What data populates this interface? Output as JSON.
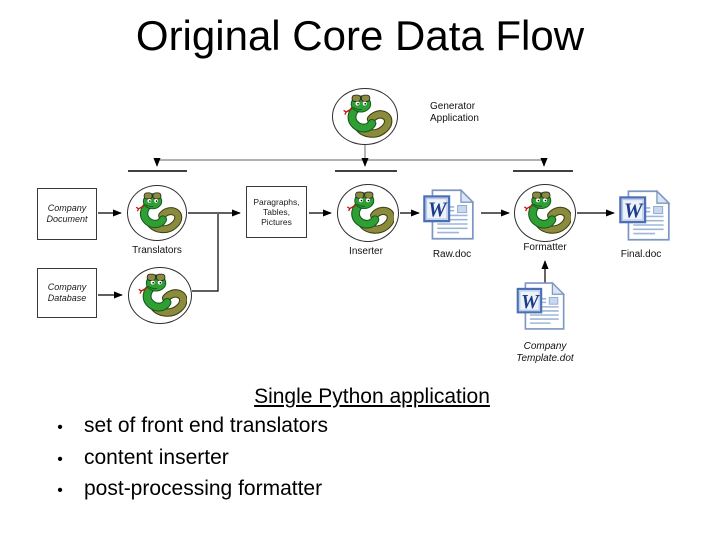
{
  "slide": {
    "title": "Original Core Data Flow"
  },
  "diagram": {
    "generator_label": "Generator Application",
    "translators_label": "Translators",
    "inserter_label": "Inserter",
    "formatter_label": "Formatter",
    "company_document": "Company Document",
    "company_database": "Company Database",
    "content_types": "Paragraphs, Tables, Pictures",
    "raw_doc": "Raw.doc",
    "final_doc": "Final.doc",
    "template_doc": "Company Template.dot",
    "icons": {
      "snake": "python-snake-icon",
      "document": "word-document-icon"
    },
    "colors": {
      "snake_green": "#2f9e33",
      "snake_olive": "#8b8b3e",
      "word_blue": "#1e3c8c",
      "word_border": "#7d97c3",
      "connector_gray": "#828282"
    }
  },
  "footer": {
    "heading": "Single Python application",
    "bullets": [
      "set of front end translators",
      "content inserter",
      "post-processing formatter"
    ]
  }
}
